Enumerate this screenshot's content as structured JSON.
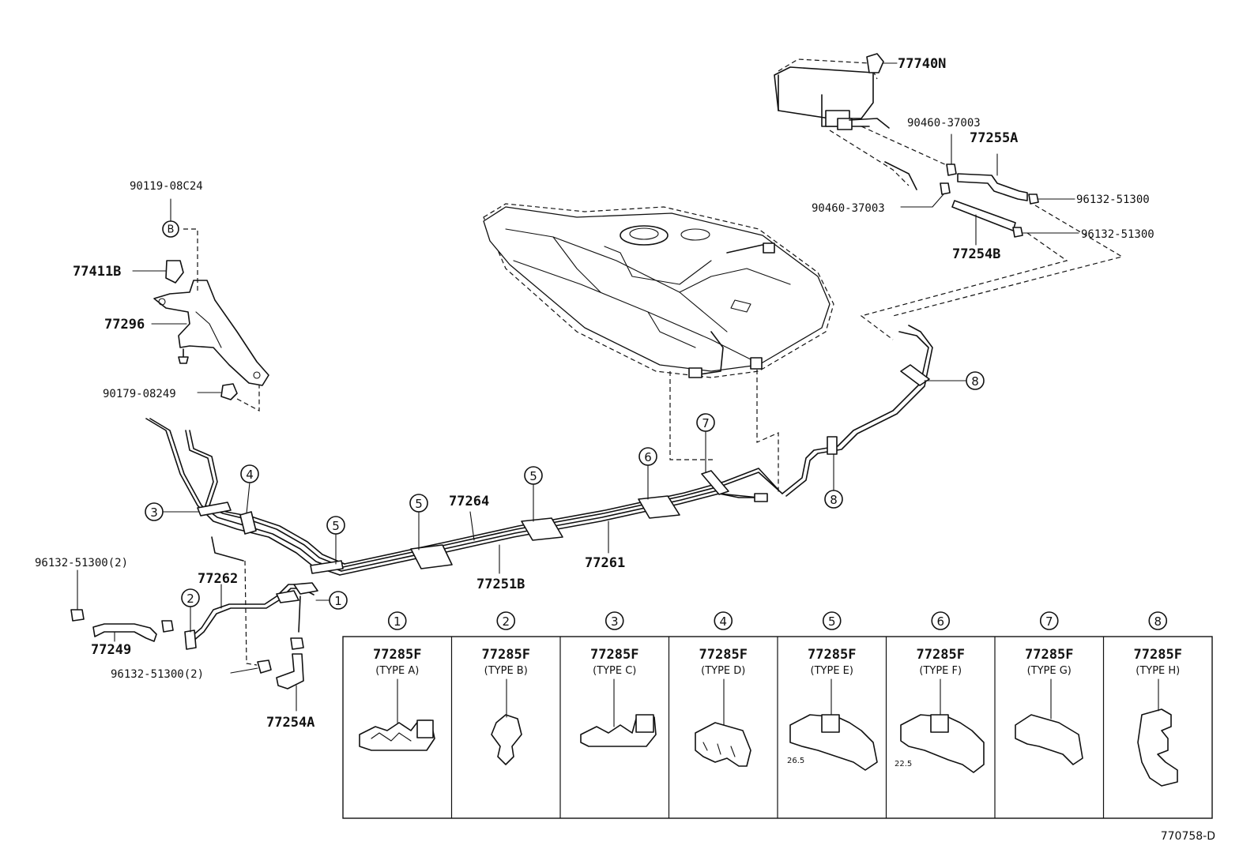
{
  "part_labels": {
    "p77740N": "77740N",
    "p90460_a": "90460-37003",
    "p77255A": "77255A",
    "p90460_b": "90460-37003",
    "p96132_a": "96132-51300",
    "p96132_b": "96132-51300",
    "p77254B": "77254B",
    "p90119": "90119-08C24",
    "p77411B": "77411B",
    "p77296": "77296",
    "p90179": "90179-08249",
    "p77264": "77264",
    "p77261": "77261",
    "p77251B": "77251B",
    "p96132_c": "96132-51300(2)",
    "p77262": "77262",
    "p77249": "77249",
    "p96132_d": "96132-51300(2)",
    "p77254A": "77254A"
  },
  "callouts": {
    "c1": "1",
    "c2": "2",
    "c3": "3",
    "c4": "4",
    "c5a": "5",
    "c5b": "5",
    "c5c": "5",
    "c6": "6",
    "c7": "7",
    "c8a": "8",
    "c8b": "8",
    "cB": "B"
  },
  "clamp_table": [
    {
      "index": "1",
      "part": "77285F",
      "type": "(TYPE A)"
    },
    {
      "index": "2",
      "part": "77285F",
      "type": "(TYPE B)"
    },
    {
      "index": "3",
      "part": "77285F",
      "type": "(TYPE C)"
    },
    {
      "index": "4",
      "part": "77285F",
      "type": "(TYPE D)"
    },
    {
      "index": "5",
      "part": "77285F",
      "type": "(TYPE E)"
    },
    {
      "index": "6",
      "part": "77285F",
      "type": "(TYPE F)"
    },
    {
      "index": "7",
      "part": "77285F",
      "type": "(TYPE G)"
    },
    {
      "index": "8",
      "part": "77285F",
      "type": "(TYPE H)"
    }
  ],
  "dimensions": {
    "type_e": "26.5",
    "type_f": "22.5"
  },
  "diagram_ref": "770758-D"
}
